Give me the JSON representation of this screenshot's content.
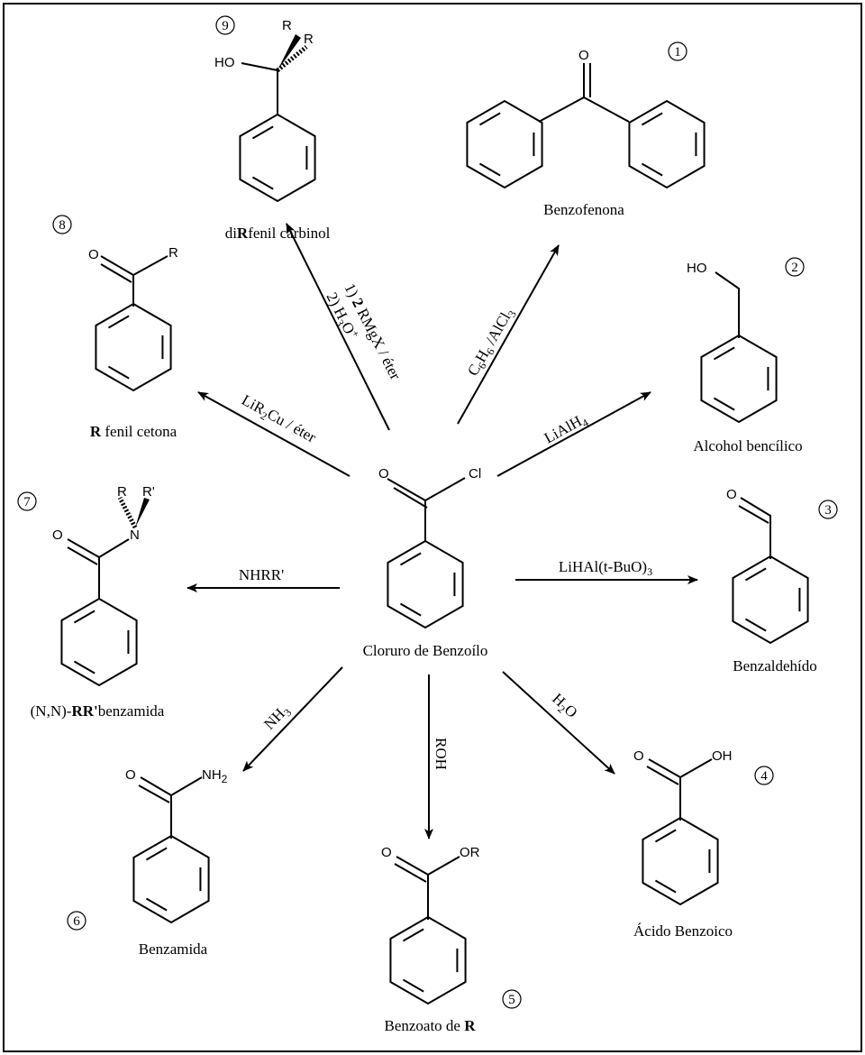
{
  "center": {
    "name": "Cloruro de Benzoílo",
    "atoms": {
      "o": "O",
      "cl": "Cl"
    }
  },
  "products": [
    {
      "number": "1",
      "name": "Benzofenona",
      "atoms": {
        "o": "O"
      }
    },
    {
      "number": "2",
      "name": "Alcohol bencílico",
      "atoms": {
        "oh": "HO"
      }
    },
    {
      "number": "3",
      "name": "Benzaldehído",
      "atoms": {
        "o": "O"
      }
    },
    {
      "number": "4",
      "name": "Ácido Benzoico",
      "atoms": {
        "o": "O",
        "oh": "OH"
      }
    },
    {
      "number": "5",
      "name_pre": "Benzoato de ",
      "name_bold": "R",
      "atoms": {
        "o": "O",
        "or": "OR"
      }
    },
    {
      "number": "6",
      "name": "Benzamida",
      "atoms": {
        "o": "O",
        "nh": "NH",
        "sub": "2"
      }
    },
    {
      "number": "7",
      "name_pre": "(N,N)-",
      "name_bold": "RR'",
      "name_post": "benzamida",
      "atoms": {
        "o": "O",
        "n": "N",
        "r": "R",
        "r2": "R'"
      }
    },
    {
      "number": "8",
      "name_bold": "R",
      "name_post": " fenil cetona",
      "atoms": {
        "o": "O",
        "r": "R"
      }
    },
    {
      "number": "9",
      "name_pre": "di",
      "name_bold": "R",
      "name_post": "fenil carbinol",
      "atoms": {
        "oh": "HO",
        "r": "R",
        "r2": "R"
      }
    }
  ],
  "reagents": {
    "r1": {
      "a": "C",
      "a_sub": "6",
      "b": "H",
      "b_sub": "6",
      "c": " /AlCl",
      "c_sub": "3"
    },
    "r2": {
      "a": "LiAlH",
      "a_sub": "4"
    },
    "r3": {
      "a": "LiHAl(t-BuO)",
      "a_sub": "3"
    },
    "r4": {
      "a": "H",
      "a_sub": "2",
      "b": "O"
    },
    "r5": {
      "a": "ROH"
    },
    "r6": {
      "a": "NH",
      "a_sub": "3"
    },
    "r7": {
      "a": "NHRR'"
    },
    "r8": {
      "a": "LiR",
      "a_sub": "2",
      "b": "Cu / éter"
    },
    "r9": {
      "line1_pre": "1) ",
      "line1_bold": "2",
      "line1_post": " RMgX / éter",
      "line2_a": "2) H",
      "line2_sub": "3",
      "line2_b": "O",
      "line2_sup": "+"
    }
  }
}
